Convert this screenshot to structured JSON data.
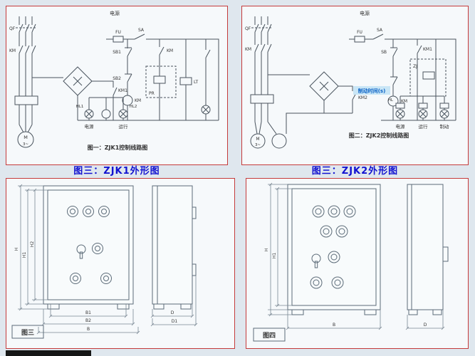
{
  "page": {
    "background": "#dfe7ee",
    "panel_background": "#f6f9fb",
    "panel_border": "#c53b3b",
    "caption_color": "#1212d0",
    "line_color": "#4a545e",
    "highlight_bg": "#c9e6f6",
    "highlight_text": "#0c63c6"
  },
  "section_captions": {
    "left": "图三：ZJK1外形图",
    "right": "图三：ZJK2外形图"
  },
  "circuit1": {
    "top_label": "电源",
    "caption": "图一：ZJK1控制线路图",
    "labels": {
      "qf": "QF",
      "km_main": "KM",
      "fu": "FU",
      "sa": "SA",
      "sb1": "SB1",
      "sb2": "SB2",
      "km_aux": "KM",
      "km_coil": "KM",
      "km1": "KM1",
      "pr": "PR",
      "lt": "LT",
      "hl1": "HL1",
      "hl2": "HL2",
      "motor": "M",
      "motor_phase": "3~"
    },
    "bottom_labels": [
      "电源",
      "运行"
    ]
  },
  "circuit2": {
    "top_label": "电源",
    "caption": "图二：ZJK2控制线路图",
    "brake_time_label": "制动时间(s)",
    "labels": {
      "qf": "QF",
      "km_main": "KM",
      "fu": "FU",
      "sa": "SA",
      "sb": "SB",
      "km1": "KM1",
      "km2": "KM2",
      "km_coil": "KM",
      "zj": "ZJ",
      "hl": "HL",
      "motor": "M",
      "motor_phase": "3~"
    },
    "bottom_labels": [
      "电源",
      "运行",
      "制动"
    ]
  },
  "outline1": {
    "figure_label": "图三",
    "dims": {
      "h": "H",
      "h1": "H1",
      "h2": "H2",
      "b": "B",
      "b1": "B1",
      "b2": "B2",
      "d": "D",
      "d1": "D1"
    }
  },
  "outline2": {
    "figure_label": "图四",
    "dims": {
      "h": "H",
      "h1": "H1",
      "b": "B",
      "d": "D"
    }
  }
}
